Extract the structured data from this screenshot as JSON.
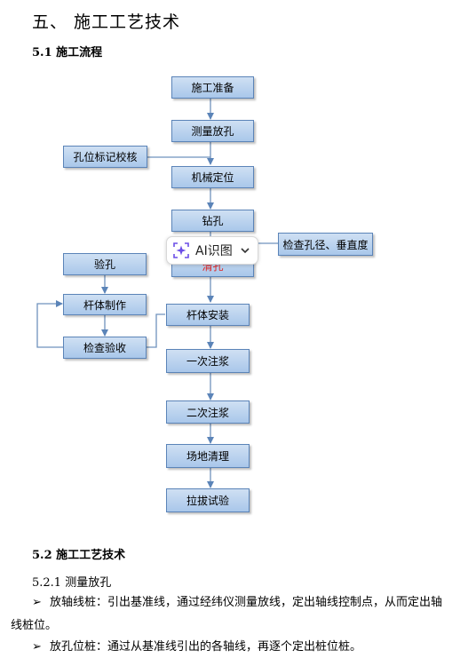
{
  "headings": {
    "h1": "五、 施工工艺技术",
    "h2": "5.1 施工流程",
    "h3": "5.2 施工工艺技术",
    "h4": "5.2.1 测量放孔"
  },
  "flowchart": {
    "steps": {
      "prep": "施工准备",
      "survey": "测量放孔",
      "calib": "孔位标记校核",
      "locate": "机械定位",
      "drill": "钻孔",
      "check_dim": "检查孔径、垂直度",
      "clean": "清孔",
      "inspect_hole": "验孔",
      "rod_make": "杆体制作",
      "rod_check": "检查验收",
      "rod_install": "杆体安装",
      "grout1": "一次注浆",
      "grout2": "二次注浆",
      "site_clean": "场地清理",
      "pull_test": "拉拔试验"
    }
  },
  "overlay": {
    "label": "AI识图",
    "icon": "sparkle-scan-icon",
    "chevron": "chevron-down-icon"
  },
  "paragraphs": {
    "bullet": "➢",
    "p1": "放轴线桩：引出基准线，通过经纬仪测量放线，定出轴线控制点，从而定出轴线桩位。",
    "p2": "放孔位桩：通过从基准线引出的各轴线，再逐个定出桩位桩。"
  }
}
